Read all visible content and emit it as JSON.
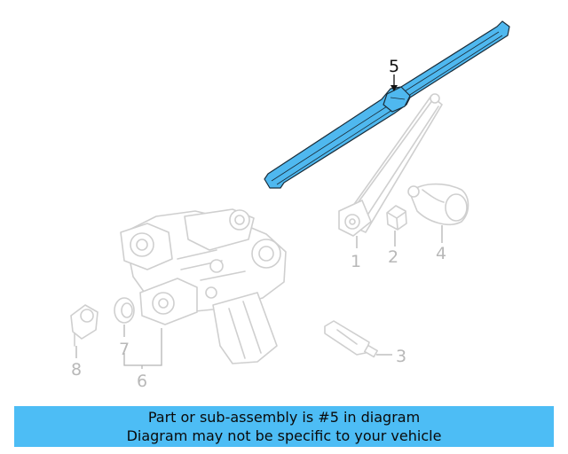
{
  "diagram": {
    "highlight_color": "#4fb8ef",
    "ghost_color": "#cfcfcf",
    "callouts": [
      {
        "id": "1",
        "label": "1"
      },
      {
        "id": "2",
        "label": "2"
      },
      {
        "id": "3",
        "label": "3"
      },
      {
        "id": "4",
        "label": "4"
      },
      {
        "id": "5",
        "label": "5"
      },
      {
        "id": "6",
        "label": "6"
      },
      {
        "id": "7",
        "label": "7"
      },
      {
        "id": "8",
        "label": "8"
      }
    ]
  },
  "banner": {
    "line1": "Part or sub-assembly is #5 in diagram",
    "line2": "Diagram may not be specific to your vehicle",
    "background": "#4dbdf5"
  }
}
